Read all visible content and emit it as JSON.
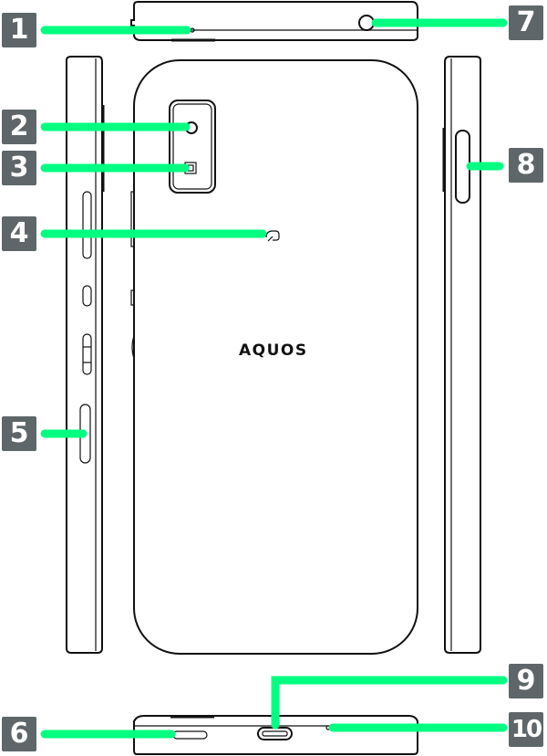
{
  "diagram": {
    "logo_text": "AQUOS",
    "callouts": [
      {
        "number": "1",
        "part": "top-hole"
      },
      {
        "number": "2",
        "part": "rear-camera"
      },
      {
        "number": "3",
        "part": "flash-sensor"
      },
      {
        "number": "4",
        "part": "nfc-mark"
      },
      {
        "number": "5",
        "part": "side-key"
      },
      {
        "number": "6",
        "part": "card-slot"
      },
      {
        "number": "7",
        "part": "headphone-jack"
      },
      {
        "number": "8",
        "part": "right-slot"
      },
      {
        "number": "9",
        "part": "usb-port"
      },
      {
        "number": "10",
        "part": "microphone"
      }
    ],
    "colors": {
      "leader": "#00ff80",
      "badge": "#5f6669",
      "outline": "#111111"
    }
  }
}
